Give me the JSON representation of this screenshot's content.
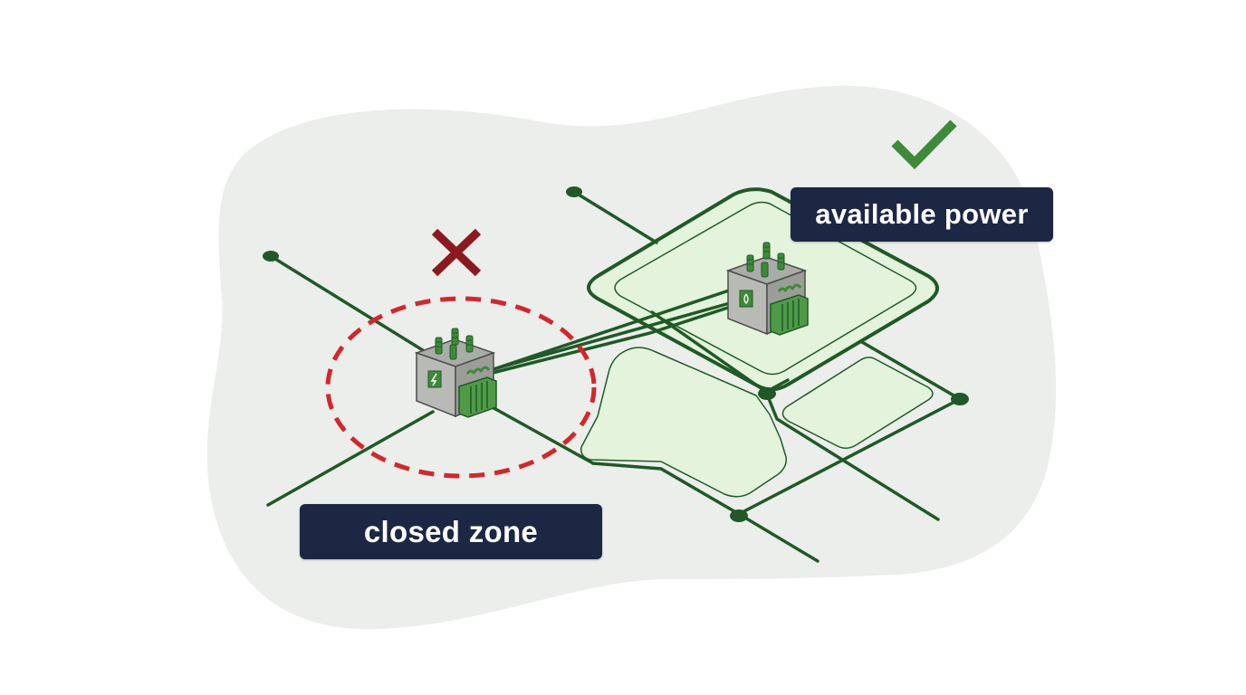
{
  "labels": {
    "available": "available power",
    "closed": "closed zone"
  },
  "status": {
    "available": {
      "icon": "check-mark-icon",
      "meaning": "ok"
    },
    "closed": {
      "icon": "x-mark-icon",
      "meaning": "rejected"
    }
  },
  "icons": {
    "substation": "transformer-substation-icon"
  },
  "colors": {
    "background_blob": "#eceeeb",
    "grid_line": "#1f5a26",
    "zone_fill": "#e3f3dc",
    "zone_outline": "#1f5a26",
    "closed_ring": "#d3272b",
    "cross": "#8b1a1f",
    "check": "#3f8a3a",
    "label_bg": "#1c2743",
    "label_text": "#ffffff"
  }
}
